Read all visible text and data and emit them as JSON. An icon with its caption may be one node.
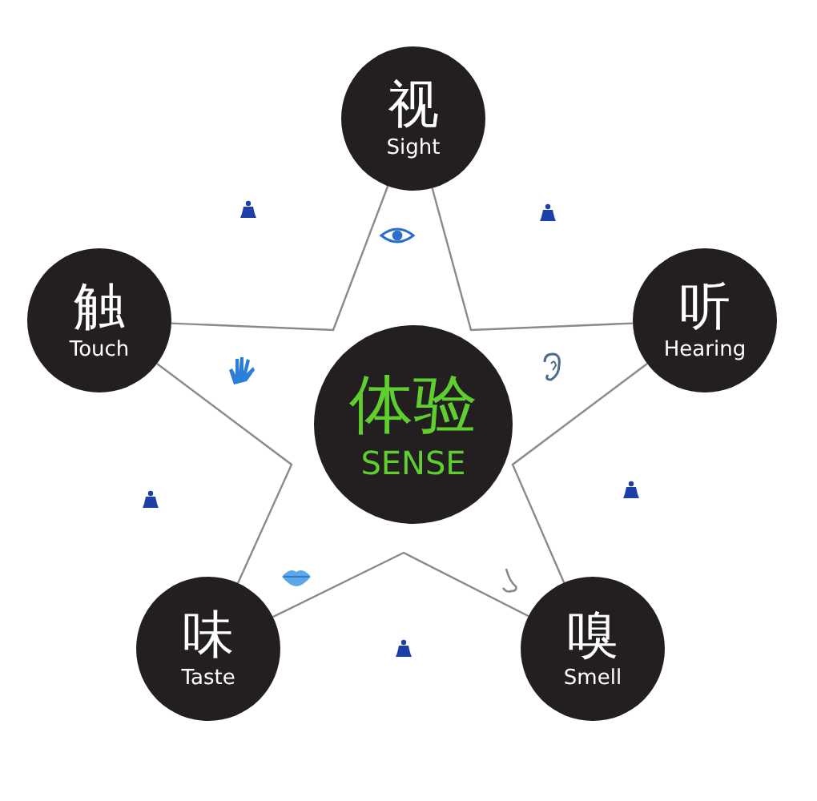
{
  "diagram": {
    "nodes": [
      {
        "text": [
          "视",
          "Sight"
        ]
      },
      {
        "text": [
          "触",
          "Touch"
        ]
      },
      {
        "text": [
          "听",
          "Hearing"
        ]
      },
      {
        "text": [
          "体验",
          "SENSE"
        ]
      },
      {
        "text": [
          "味",
          "Taste"
        ]
      },
      {
        "text": [
          "嗅",
          "Smell"
        ]
      }
    ],
    "edges": [
      {
        "from": 0,
        "to": 1,
        "arrow": "none"
      },
      {
        "from": 0,
        "to": 2,
        "arrow": "none"
      },
      {
        "from": 2,
        "to": 5,
        "arrow": "none"
      },
      {
        "from": 5,
        "to": 4,
        "arrow": "none"
      },
      {
        "from": 4,
        "to": 1,
        "arrow": "none"
      }
    ]
  }
}
